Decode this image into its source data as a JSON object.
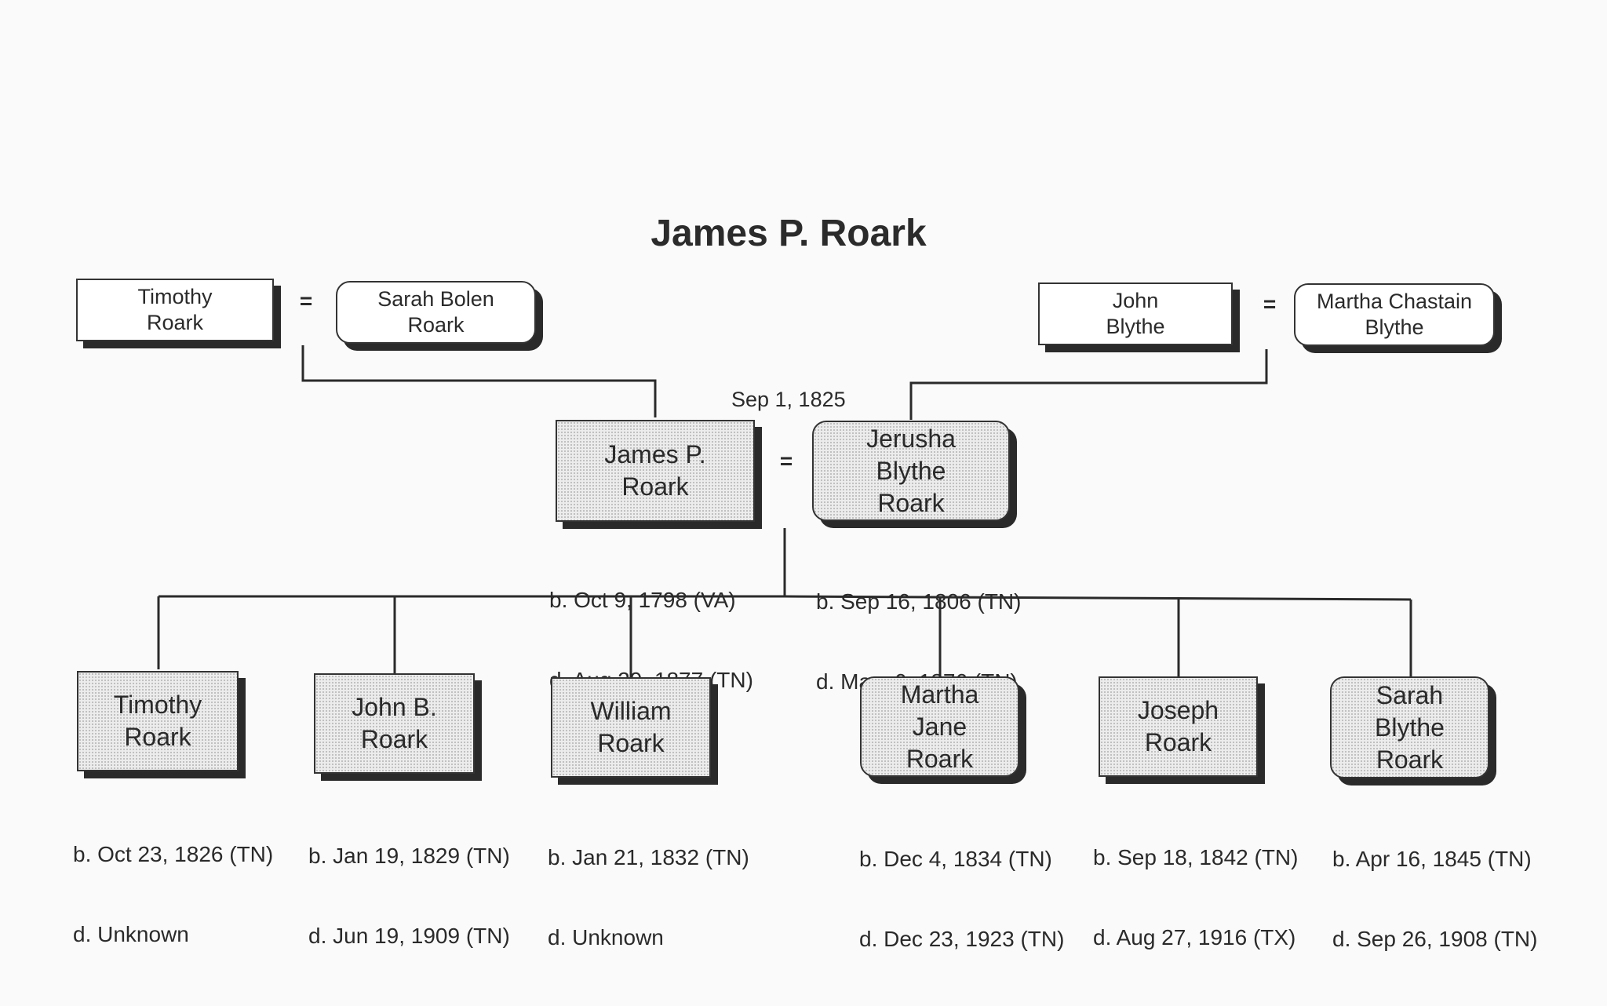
{
  "title": "James P. Roark",
  "equals_sign": "=",
  "marriage_date": "Sep 1, 1825",
  "paternal_grandparents": {
    "father": {
      "name": "Timothy\nRoark"
    },
    "mother": {
      "name": "Sarah Bolen\nRoark"
    }
  },
  "maternal_grandparents": {
    "father": {
      "name": "John\nBlythe"
    },
    "mother": {
      "name": "Martha Chastain\nBlythe"
    }
  },
  "couple": {
    "husband": {
      "name": "James P.\nRoark",
      "born": "b. Oct 9, 1798 (VA)",
      "died": "d. Aug 29, 1877 (TN)"
    },
    "wife": {
      "name": "Jerusha\nBlythe\nRoark",
      "born": "b. Sep 16, 1806 (TN)",
      "died": "d. May  6, 1876 (TN)"
    }
  },
  "children": [
    {
      "name": "Timothy\nRoark",
      "born": "b. Oct 23, 1826 (TN)",
      "died": "d. Unknown"
    },
    {
      "name": "John B.\nRoark",
      "born": "b. Jan 19, 1829 (TN)",
      "died": "d. Jun 19, 1909 (TN)"
    },
    {
      "name": "William\nRoark",
      "born": "b. Jan 21, 1832 (TN)",
      "died": "d. Unknown"
    },
    {
      "name": "Martha\nJane\nRoark",
      "born": "b. Dec 4, 1834 (TN)",
      "died": "d. Dec 23, 1923 (TN)"
    },
    {
      "name": "Joseph\nRoark",
      "born": "b. Sep 18, 1842 (TN)",
      "died": "d. Aug 27, 1916 (TX)"
    },
    {
      "name": "Sarah\nBlythe\nRoark",
      "born": "b. Apr 16, 1845 (TN)",
      "died": "d. Sep 26, 1908 (TN)"
    }
  ]
}
